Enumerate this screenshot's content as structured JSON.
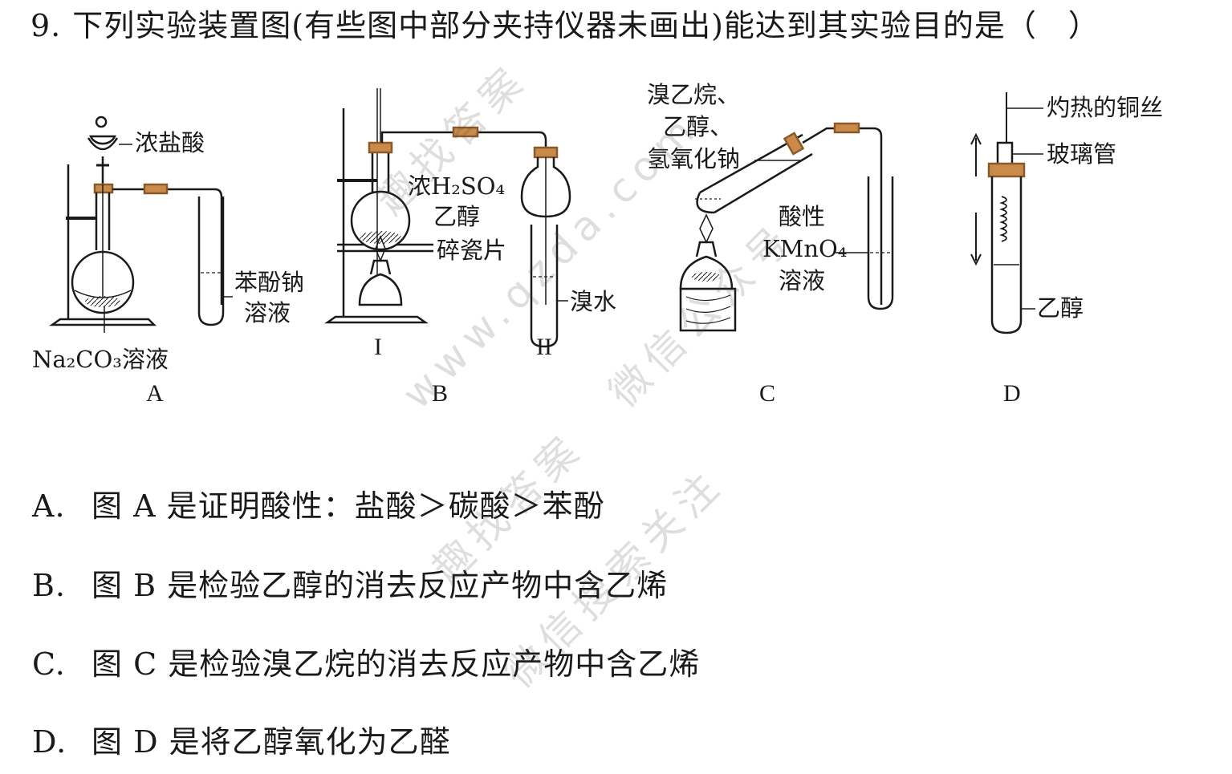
{
  "question": {
    "number": "9.",
    "text": "下列实验装置图(有些图中部分夹持仪器未画出)能达到其实验目的是（　）"
  },
  "figure": {
    "A": {
      "letter": "A",
      "label_funnel": "浓盐酸",
      "label_tube_1": "苯酚钠",
      "label_tube_2": "溶液",
      "label_flask": "Na₂CO₃溶液"
    },
    "B": {
      "letter": "B",
      "label_acid": "浓H₂SO₄",
      "label_ethanol": "乙醇",
      "label_chips": "碎瓷片",
      "label_water": "溴水",
      "sub_1": "I",
      "sub_2": "II"
    },
    "C": {
      "letter": "C",
      "label_r1": "溴乙烷、",
      "label_r2": "乙醇、",
      "label_r3": "氢氧化钠",
      "label_k1": "酸性",
      "label_k2": "KMnO₄",
      "label_k3": "溶液"
    },
    "D": {
      "letter": "D",
      "label_wire": "灼热的铜丝",
      "label_tube": "玻璃管",
      "label_ethanol": "乙醇"
    }
  },
  "options": [
    {
      "letter": "A.",
      "text": "图 A 是证明酸性：盐酸＞碳酸＞苯酚"
    },
    {
      "letter": "B.",
      "text": "图 B 是检验乙醇的消去反应产物中含乙烯"
    },
    {
      "letter": "C.",
      "text": "图 C 是检验溴乙烷的消去反应产物中含乙烯"
    },
    {
      "letter": "D.",
      "text": "图 D 是将乙醇氧化为乙醛"
    }
  ],
  "watermarks": {
    "w1": "www.qzda.com",
    "w2": "微信公众号",
    "w3": "趣找答案",
    "w4": "微信搜索关注",
    "w5": "趣找答案"
  },
  "colors": {
    "stopper": "#c98a4a",
    "ink": "#1a1a1a"
  }
}
